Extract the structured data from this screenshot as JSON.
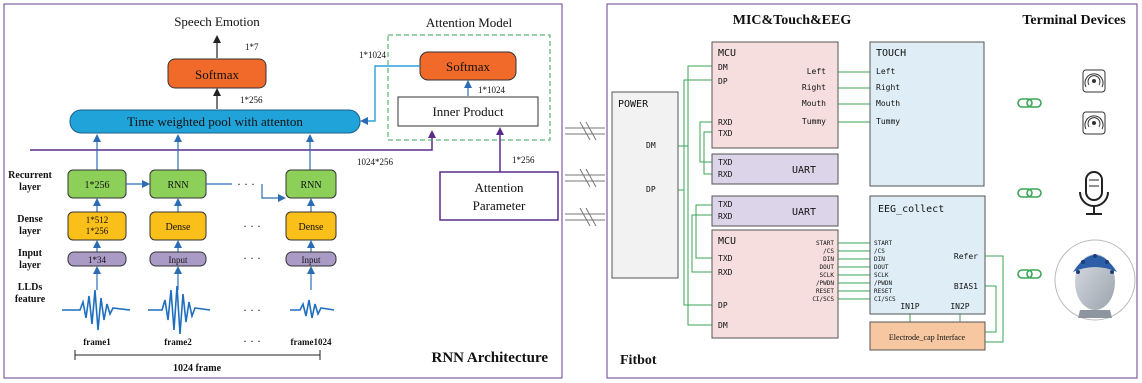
{
  "left_panel": {
    "title": "RNN Architecture",
    "speech_emotion": "Speech Emotion",
    "dim_1x7": "1*7",
    "softmax_label": "Softmax",
    "dim_1x256": "1*256",
    "pool_label": "Time weighted pool with attenton",
    "dim_1024x256": "1024*256",
    "row_labels": {
      "recurrent": [
        "Recurrent",
        "layer"
      ],
      "dense": [
        "Dense",
        "layer"
      ],
      "input": [
        "Input",
        "layer"
      ],
      "llds": [
        "LLDs",
        "feature"
      ]
    },
    "columns": [
      {
        "recurrent": "1*256",
        "dense": [
          "1*512",
          "1*256"
        ],
        "input": "1*34",
        "frame": "frame1"
      },
      {
        "recurrent": "RNN",
        "dense": [
          "Dense"
        ],
        "input": "Input",
        "frame": "frame2"
      },
      {
        "recurrent": "RNN",
        "dense": [
          "Dense"
        ],
        "input": "Input",
        "frame": "frame1024"
      }
    ],
    "ellipsis": "· · ·",
    "frame_count": "1024 frame",
    "attention": {
      "title": "Attention Model",
      "softmax": "Softmax",
      "dim_1x1024_top": "1*1024",
      "dim_1x1024": "1*1024",
      "inner_product": "Inner Product",
      "dim_1x256": "1*256",
      "parameter": [
        "Attention",
        "Parameter"
      ]
    }
  },
  "right_panel": {
    "title_hw": "MIC&Touch&EEG",
    "title_devices": "Terminal Devices",
    "brand": "Fitbot",
    "power": {
      "label": "POWER",
      "dm": "DM",
      "dp": "DP"
    },
    "mcu_top": {
      "label": "MCU",
      "left_pins": [
        "DM",
        "DP",
        "RXD",
        "TXD"
      ],
      "right_pins": [
        "Left",
        "Right",
        "Mouth",
        "Tummy"
      ]
    },
    "touch": {
      "label": "TOUCH",
      "pins": [
        "Left",
        "Right",
        "Mouth",
        "Tummy"
      ]
    },
    "uart_top": {
      "label": "UART",
      "pins": [
        "TXD",
        "RXD"
      ]
    },
    "uart_bottom": {
      "label": "UART",
      "pins": [
        "TXD",
        "RXD"
      ]
    },
    "mcu_bottom": {
      "label": "MCU",
      "left_pins": [
        "TXD",
        "RXD",
        "DP",
        "DM"
      ],
      "right_pins": [
        "START",
        "/CS",
        "DIN",
        "DOUT",
        "SCLK",
        "/PWDN",
        "RESET",
        "CI/SCS"
      ]
    },
    "eeg": {
      "label": "EEG_collect",
      "pins": [
        "START",
        "/CS",
        "DIN",
        "DOUT",
        "SCLK",
        "/PWDN",
        "RESET",
        "CI/SCS"
      ],
      "refer": "Refer",
      "bias": "BIAS1",
      "in1p": "IN1P",
      "in2p": "IN2P"
    },
    "electrode": "Electrode_cap Interface"
  }
}
